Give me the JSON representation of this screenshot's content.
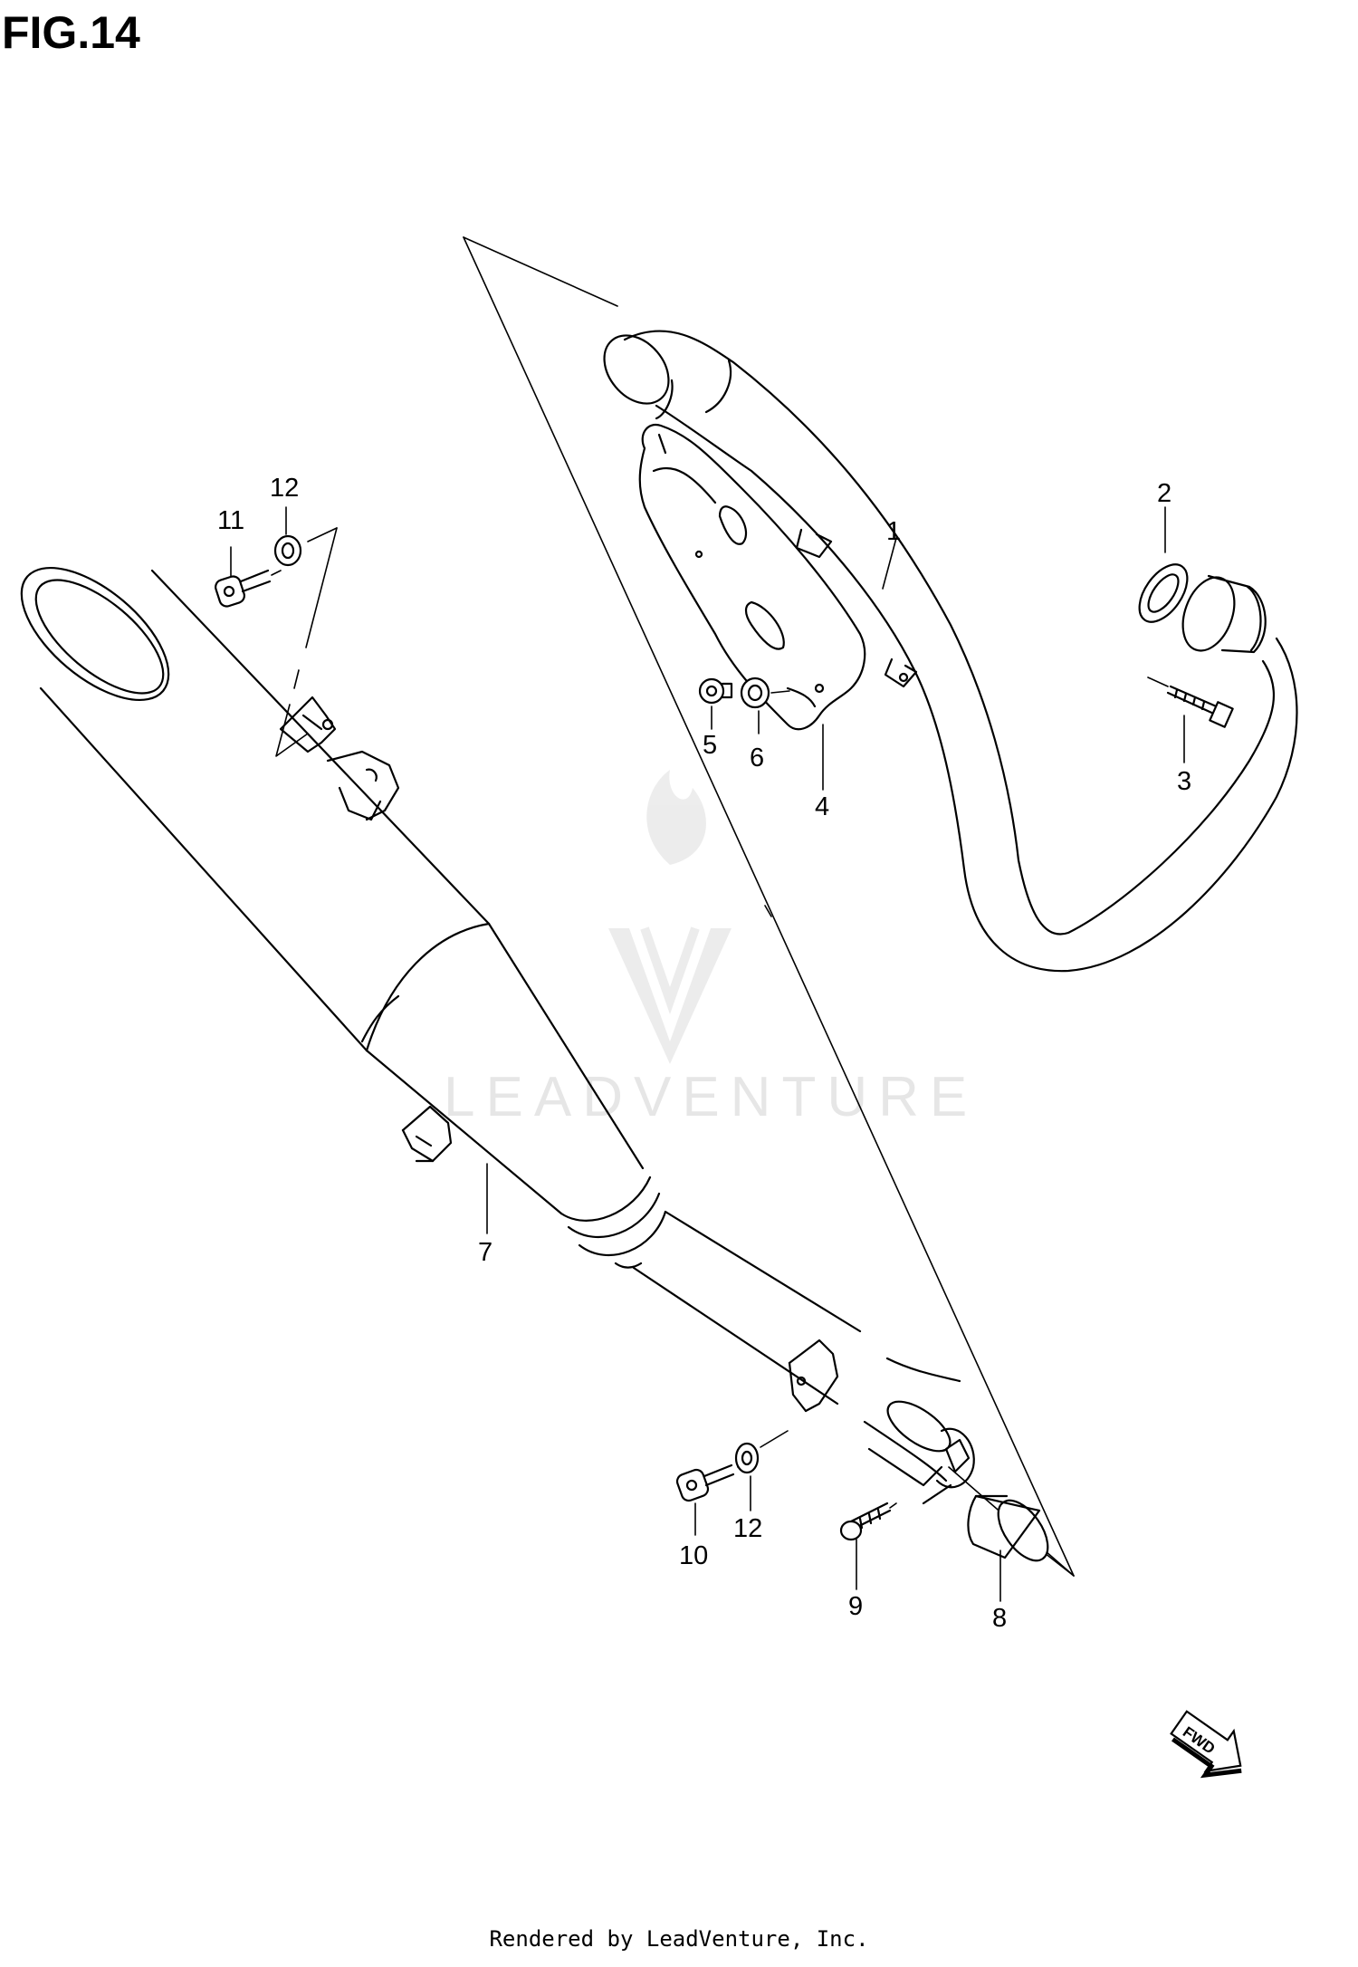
{
  "figure": {
    "title": "FIG.14"
  },
  "callouts": [
    {
      "label": "1"
    },
    {
      "label": "2"
    },
    {
      "label": "3"
    },
    {
      "label": "4"
    },
    {
      "label": "5"
    },
    {
      "label": "6"
    },
    {
      "label": "7"
    },
    {
      "label": "8"
    },
    {
      "label": "9"
    },
    {
      "label": "10"
    },
    {
      "label": "11"
    },
    {
      "label": "12"
    },
    {
      "label": "12"
    }
  ],
  "direction_arrow": {
    "label": "FWD"
  },
  "watermark": {
    "text": "LEADVENTURE"
  },
  "footer": {
    "text": "Rendered by LeadVenture, Inc."
  }
}
